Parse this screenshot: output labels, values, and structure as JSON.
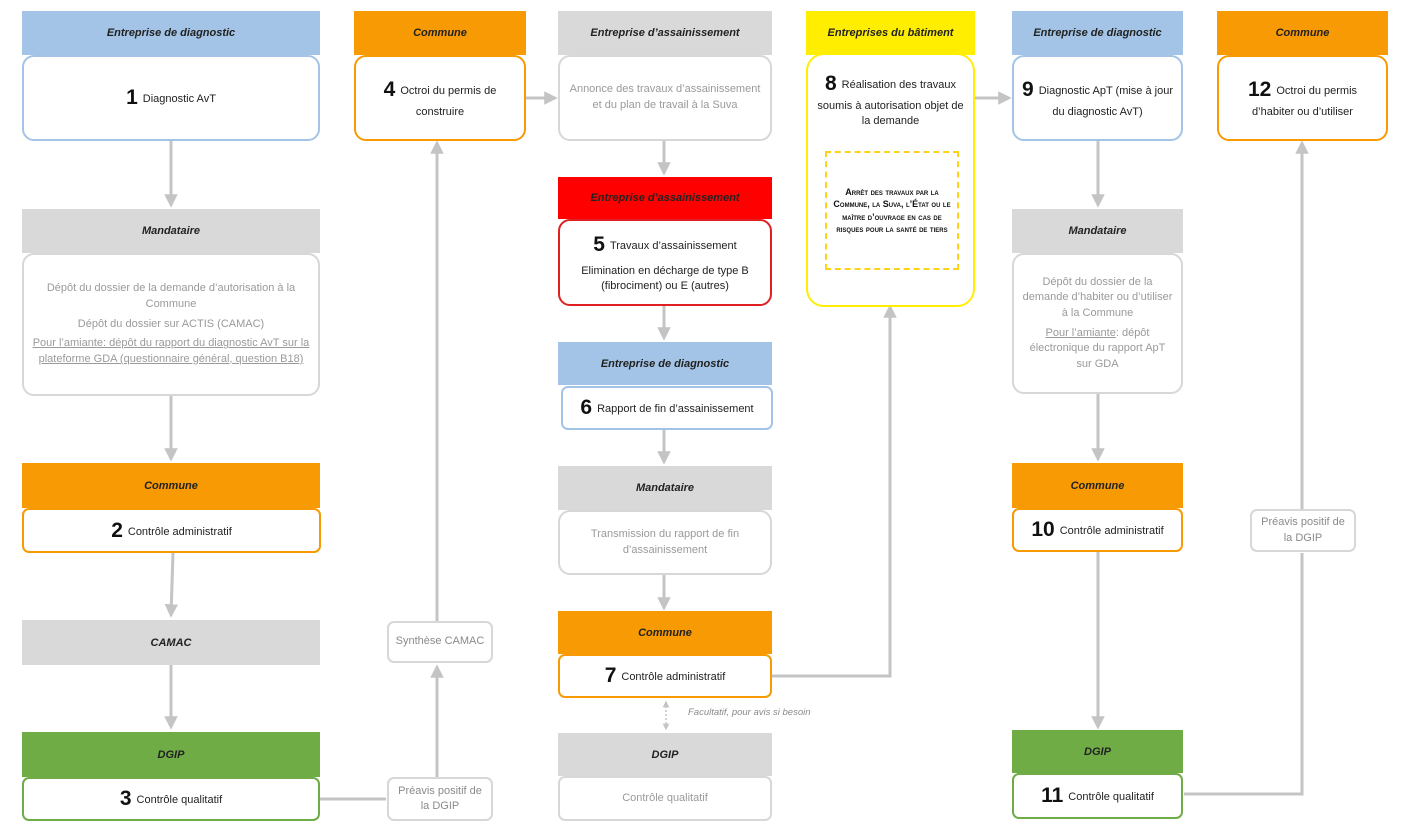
{
  "columns": {
    "c1": {
      "h1": "Entreprise de diagnostic",
      "s1": {
        "num": "1",
        "text": "Diagnostic AvT"
      },
      "h2": "Mandataire",
      "s2": {
        "p1": "Dépôt du dossier de la demande d’autorisation à la Commune",
        "p2": "Dépôt du dossier sur ACTIS (CAMAC)",
        "p3": "Pour l’amiante: dépôt du rapport du diagnostic AvT sur la plateforme GDA (questionnaire général, question B18)"
      },
      "h3": "Commune",
      "s3": {
        "num": "2",
        "text": "Contrôle administratif"
      },
      "h4": "CAMAC",
      "h5": "DGIP",
      "s5": {
        "num": "3",
        "text": "Contrôle qualitatif"
      }
    },
    "c2": {
      "h1": "Commune",
      "s1": {
        "num": "4",
        "text": "Octroi du permis de construire"
      },
      "synthese": "Synthèse CAMAC",
      "preavis": "Préavis positif de la DGIP"
    },
    "c3": {
      "h1": "Entreprise d’assainissement",
      "s1": "Annonce des travaux d’assainissement et du plan de travail à la Suva",
      "h2": "Entreprise d’assainissement",
      "s2": {
        "num": "5",
        "text": "Travaux d’assainissement",
        "sub": "Elimination en décharge de type B (fibrociment) ou E (autres)"
      },
      "h3": "Entreprise de diagnostic",
      "s3": {
        "num": "6",
        "text": "Rapport de fin d’assainissement"
      },
      "h4": "Mandataire",
      "s4": "Transmission du rapport de fin d’assainissement",
      "h5": "Commune",
      "s5": {
        "num": "7",
        "text": "Contrôle administratif"
      },
      "facultatif": "Facultatif, pour avis si besoin",
      "h6": "DGIP",
      "s6": "Contrôle qualitatif"
    },
    "c4": {
      "h1": "Entreprises du bâtiment",
      "s1": {
        "num": "8",
        "text": "Réalisation des travaux soumis à autorisation objet de la demande"
      },
      "warning": "Arrêt des travaux par la Commune, la Suva, l’État ou le maître d’ouvrage en cas de risques pour la santé de tiers"
    },
    "c5": {
      "h1": "Entreprise de diagnostic",
      "s1": {
        "num": "9",
        "text": "Diagnostic ApT (mise à jour du diagnostic AvT)"
      },
      "h2": "Mandataire",
      "s2": {
        "p1": "Dépôt du dossier de la demande d’habiter ou d’utiliser à la Commune",
        "p2u": "Pour l’amiante",
        "p2": ": dépôt électronique du rapport ApT sur GDA"
      },
      "h3": "Commune",
      "s3": {
        "num": "10",
        "text": "Contrôle administratif"
      },
      "h4": "DGIP",
      "s4": {
        "num": "11",
        "text": "Contrôle qualitatif"
      }
    },
    "c6": {
      "h1": "Commune",
      "s1": {
        "num": "12",
        "text": "Octroi du permis d’habiter ou d’utiliser"
      },
      "preavis": "Préavis positif de la DGIP"
    }
  },
  "colors": {
    "blue": "#a3c4e6",
    "orange": "#f79a04",
    "grey": "#d9d9d9",
    "red": "#ff0000",
    "green": "#6fac46",
    "yellow": "#ffee00",
    "connector": "#c8c8c8"
  }
}
